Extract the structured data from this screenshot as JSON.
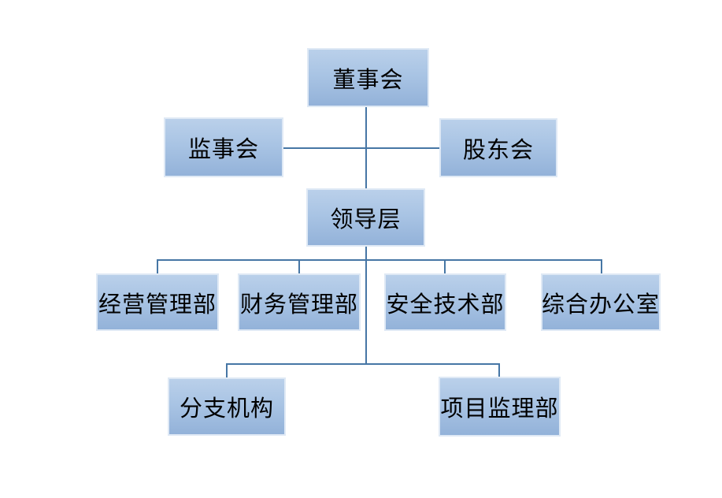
{
  "diagram": {
    "type": "org-chart",
    "background_color": "#ffffff",
    "colors": {
      "node_fill_top": "#bad0ea",
      "node_fill_bottom": "#93b2d9",
      "node_border": "#dfe9f5",
      "connector": "#4676a5",
      "text": "#000000"
    },
    "nodes": [
      {
        "id": "board",
        "label": "董事会"
      },
      {
        "id": "supervisory-board",
        "label": "监事会"
      },
      {
        "id": "shareholders-meeting",
        "label": "股东会"
      },
      {
        "id": "leadership",
        "label": "领导层"
      },
      {
        "id": "operations-management-dept",
        "label": "经营管理部"
      },
      {
        "id": "finance-management-dept",
        "label": "财务管理部"
      },
      {
        "id": "safety-technology-dept",
        "label": "安全技术部"
      },
      {
        "id": "general-office",
        "label": "综合办公室"
      },
      {
        "id": "branch-organizations",
        "label": "分支机构"
      },
      {
        "id": "project-supervision-dept",
        "label": "项目监理部"
      }
    ],
    "edges": [
      {
        "from": "board",
        "to": "leadership",
        "style": "vertical"
      },
      {
        "from": "supervisory-board",
        "to": "shareholders-meeting",
        "style": "horizontal-through-center-axis"
      },
      {
        "from": "leadership",
        "to": "operations-management-dept",
        "style": "elbow"
      },
      {
        "from": "leadership",
        "to": "finance-management-dept",
        "style": "elbow"
      },
      {
        "from": "leadership",
        "to": "safety-technology-dept",
        "style": "elbow"
      },
      {
        "from": "leadership",
        "to": "general-office",
        "style": "elbow"
      },
      {
        "from": "leadership",
        "to": "branch-organizations",
        "style": "elbow"
      },
      {
        "from": "leadership",
        "to": "project-supervision-dept",
        "style": "elbow"
      }
    ]
  }
}
